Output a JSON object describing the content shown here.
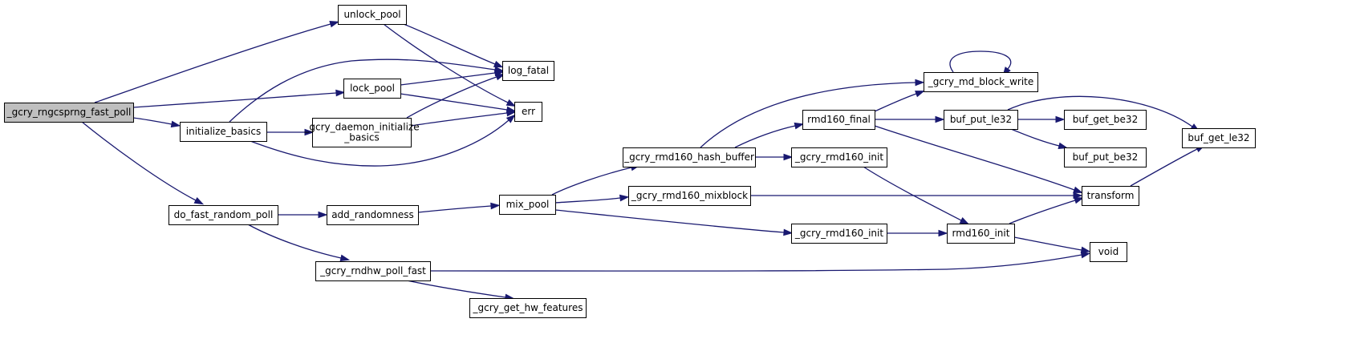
{
  "graph": {
    "root": "_gcry_rngcsprng_fast_poll",
    "colors": {
      "edge": "#191970",
      "root_fill": "#bfbfbf",
      "node_fill": "#ffffff",
      "border": "#000000"
    },
    "nodes": [
      {
        "id": "root",
        "lines": [
          "_gcry_rngcsprng_fast_poll"
        ]
      },
      {
        "id": "unlock_pool",
        "lines": [
          "unlock_pool"
        ]
      },
      {
        "id": "log_fatal",
        "lines": [
          "log_fatal"
        ]
      },
      {
        "id": "lock_pool",
        "lines": [
          "lock_pool"
        ]
      },
      {
        "id": "err",
        "lines": [
          "err"
        ]
      },
      {
        "id": "initialize_basics",
        "lines": [
          "initialize_basics"
        ]
      },
      {
        "id": "daemon_init",
        "lines": [
          "_gcry_daemon_initialize",
          "_basics"
        ]
      },
      {
        "id": "do_fast_random_poll",
        "lines": [
          "do_fast_random_poll"
        ]
      },
      {
        "id": "add_randomness",
        "lines": [
          "add_randomness"
        ]
      },
      {
        "id": "mix_pool",
        "lines": [
          "mix_pool"
        ]
      },
      {
        "id": "rmd160_hash_buffer",
        "lines": [
          "_gcry_rmd160_hash_buffer"
        ]
      },
      {
        "id": "rmd160_mixblock",
        "lines": [
          "_gcry_rmd160_mixblock"
        ]
      },
      {
        "id": "rmd160_init_a",
        "lines": [
          "_gcry_rmd160_init"
        ]
      },
      {
        "id": "rmd160_init_b",
        "lines": [
          "_gcry_rmd160_init"
        ]
      },
      {
        "id": "rmd160_final",
        "lines": [
          "rmd160_final"
        ]
      },
      {
        "id": "md_block_write",
        "lines": [
          "_gcry_md_block_write"
        ]
      },
      {
        "id": "buf_put_le32",
        "lines": [
          "buf_put_le32"
        ]
      },
      {
        "id": "buf_get_be32",
        "lines": [
          "buf_get_be32"
        ]
      },
      {
        "id": "buf_put_be32",
        "lines": [
          "buf_put_be32"
        ]
      },
      {
        "id": "buf_get_le32",
        "lines": [
          "buf_get_le32"
        ]
      },
      {
        "id": "transform",
        "lines": [
          "transform"
        ]
      },
      {
        "id": "rmd160_init",
        "lines": [
          "rmd160_init"
        ]
      },
      {
        "id": "void",
        "lines": [
          "void"
        ]
      },
      {
        "id": "rndhw_poll_fast",
        "lines": [
          "_gcry_rndhw_poll_fast"
        ]
      },
      {
        "id": "get_hw_features",
        "lines": [
          "_gcry_get_hw_features"
        ]
      }
    ],
    "edges": [
      {
        "from": "root",
        "to": "unlock_pool"
      },
      {
        "from": "root",
        "to": "lock_pool"
      },
      {
        "from": "root",
        "to": "initialize_basics"
      },
      {
        "from": "root",
        "to": "do_fast_random_poll"
      },
      {
        "from": "unlock_pool",
        "to": "log_fatal"
      },
      {
        "from": "unlock_pool",
        "to": "err"
      },
      {
        "from": "lock_pool",
        "to": "log_fatal"
      },
      {
        "from": "lock_pool",
        "to": "err"
      },
      {
        "from": "initialize_basics",
        "to": "log_fatal"
      },
      {
        "from": "initialize_basics",
        "to": "daemon_init"
      },
      {
        "from": "initialize_basics",
        "to": "err"
      },
      {
        "from": "daemon_init",
        "to": "log_fatal"
      },
      {
        "from": "daemon_init",
        "to": "err"
      },
      {
        "from": "do_fast_random_poll",
        "to": "add_randomness"
      },
      {
        "from": "do_fast_random_poll",
        "to": "rndhw_poll_fast"
      },
      {
        "from": "add_randomness",
        "to": "mix_pool"
      },
      {
        "from": "mix_pool",
        "to": "rmd160_hash_buffer"
      },
      {
        "from": "mix_pool",
        "to": "rmd160_mixblock"
      },
      {
        "from": "mix_pool",
        "to": "rmd160_init_b"
      },
      {
        "from": "rmd160_hash_buffer",
        "to": "md_block_write"
      },
      {
        "from": "rmd160_hash_buffer",
        "to": "rmd160_final"
      },
      {
        "from": "rmd160_hash_buffer",
        "to": "rmd160_init_a"
      },
      {
        "from": "rmd160_final",
        "to": "md_block_write"
      },
      {
        "from": "rmd160_final",
        "to": "buf_put_le32"
      },
      {
        "from": "rmd160_final",
        "to": "transform"
      },
      {
        "from": "md_block_write",
        "to": "md_block_write"
      },
      {
        "from": "buf_put_le32",
        "to": "buf_get_be32"
      },
      {
        "from": "buf_put_le32",
        "to": "buf_put_be32"
      },
      {
        "from": "buf_put_le32",
        "to": "buf_get_le32"
      },
      {
        "from": "rmd160_init_a",
        "to": "rmd160_init"
      },
      {
        "from": "rmd160_mixblock",
        "to": "transform"
      },
      {
        "from": "rmd160_init_b",
        "to": "rmd160_init"
      },
      {
        "from": "rmd160_init",
        "to": "transform"
      },
      {
        "from": "rmd160_init",
        "to": "void"
      },
      {
        "from": "transform",
        "to": "buf_get_le32"
      },
      {
        "from": "rndhw_poll_fast",
        "to": "void"
      },
      {
        "from": "rndhw_poll_fast",
        "to": "get_hw_features"
      }
    ]
  }
}
